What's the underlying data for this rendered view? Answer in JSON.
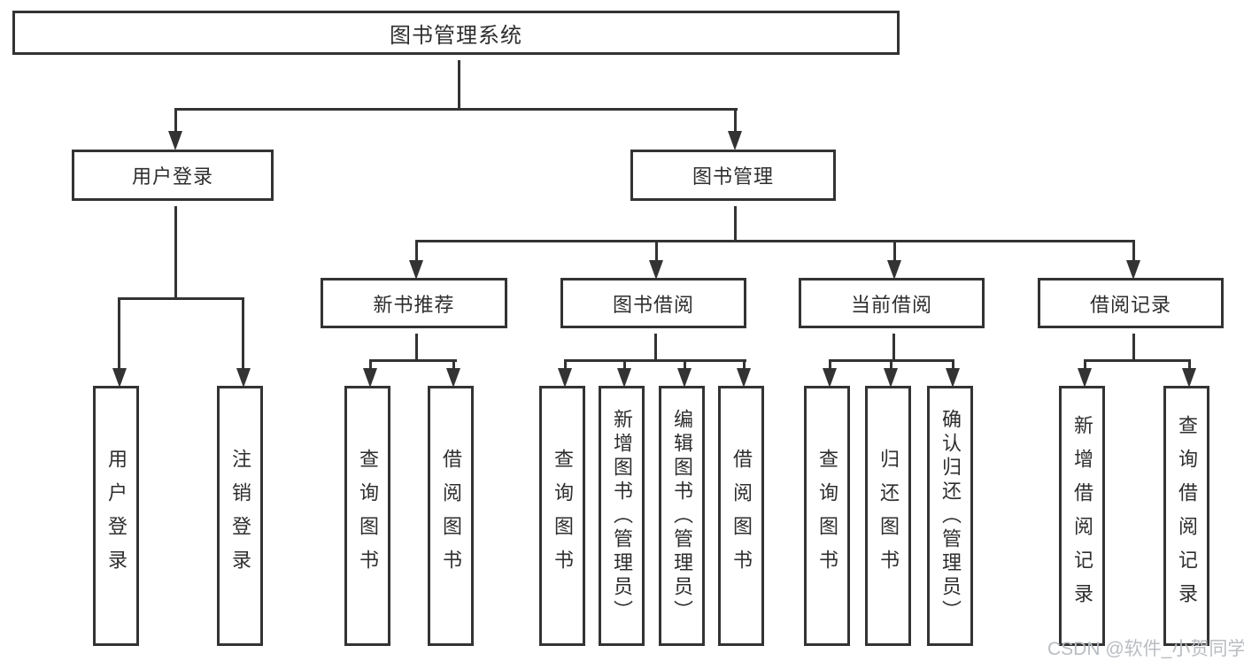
{
  "diagram": {
    "root": {
      "label": "图书管理系统"
    },
    "level1": [
      {
        "label": "用户登录",
        "children": [
          {
            "label": "用户登录"
          },
          {
            "label": "注销登录"
          }
        ]
      },
      {
        "label": "图书管理",
        "children": [
          {
            "label": "新书推荐",
            "children": [
              {
                "label": "查询图书"
              },
              {
                "label": "借阅图书"
              }
            ]
          },
          {
            "label": "图书借阅",
            "children": [
              {
                "label": "查询图书"
              },
              {
                "label": "新增图书（管理员）"
              },
              {
                "label": "编辑图书（管理员）"
              },
              {
                "label": "借阅图书"
              }
            ]
          },
          {
            "label": "当前借阅",
            "children": [
              {
                "label": "查询图书"
              },
              {
                "label": "归还图书"
              },
              {
                "label": "确认归还（管理员）"
              }
            ]
          },
          {
            "label": "借阅记录",
            "children": [
              {
                "label": "新增借阅记录"
              },
              {
                "label": "查询借阅记录"
              }
            ]
          }
        ]
      }
    ]
  },
  "watermark": {
    "text": "CSDN @软件_小贺同学"
  },
  "colors": {
    "line": "#333333",
    "text": "#2e2e2e",
    "background": "#ffffff",
    "watermark": "#b9bdc2"
  }
}
